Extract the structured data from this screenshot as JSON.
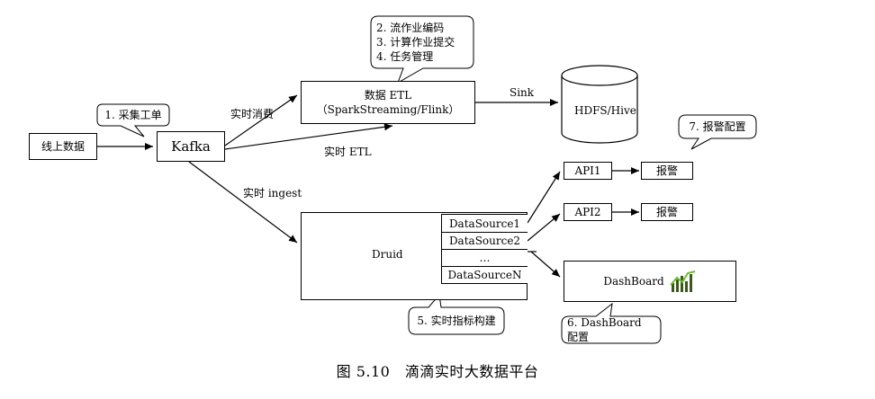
{
  "nodes": {
    "online_data": "线上数据",
    "kafka": "Kafka",
    "etl_line1": "数据 ETL",
    "etl_line2": "（SparkStreaming/Flink）",
    "hdfs": "HDFS/Hive",
    "druid": "Druid",
    "datasources": [
      "DataSource1",
      "DataSource2",
      "…",
      "DataSourceN"
    ],
    "api1": "API1",
    "api2": "API2",
    "alert1": "报警",
    "alert2": "报警",
    "dashboard": "DashBoard"
  },
  "edges": {
    "realtime_consume": "实时消费",
    "realtime_etl": "实时 ETL",
    "realtime_ingest": "实时 ingest",
    "sink": "Sink"
  },
  "callouts": {
    "c1": "1. 采集工单",
    "c2_lines": [
      "2. 流作业编码",
      "3. 计算作业提交",
      "4. 任务管理"
    ],
    "c5": "5. 实时指标构建",
    "c6": "6. DashBoard 配置",
    "c7": "7. 报警配置"
  },
  "caption": "图 5.10　滴滴实时大数据平台"
}
